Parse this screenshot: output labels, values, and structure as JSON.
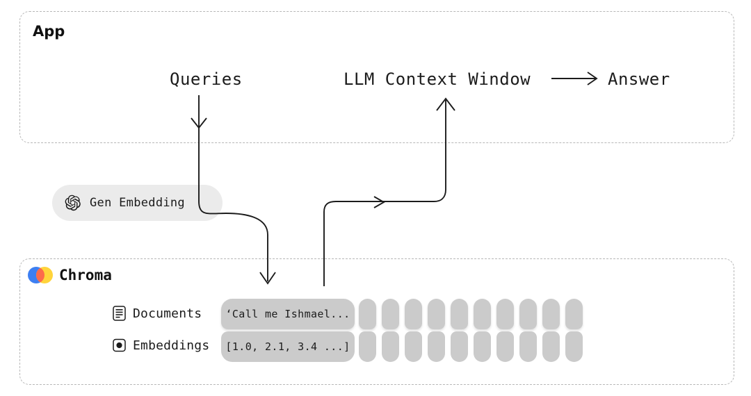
{
  "app": {
    "title": "App",
    "queries_label": "Queries",
    "context_window_label": "LLM Context Window",
    "answer_label": "Answer",
    "answer_arrow_icon": "long-right-arrow-icon"
  },
  "gen_embedding": {
    "label": "Gen Embedding",
    "icon": "openai-logo-icon",
    "pill_color": "#ebebeb"
  },
  "chroma": {
    "title": "Chroma",
    "logo_icon": "chroma-logo-icon",
    "logo_colors": {
      "blue": "#3d7ff2",
      "orange": "#fd6a4b",
      "yellow": "#ffd43b"
    },
    "rows": [
      {
        "label": "Documents",
        "icon": "document-lines-icon",
        "value": "‘Call me Ishmael..."
      },
      {
        "label": "Embeddings",
        "icon": "filled-dot-square-icon",
        "value": "[1.0, 2.1, 3.4 ...]"
      }
    ],
    "capsule_columns": 10,
    "capsule_color": "#cbcbcb",
    "pill_color": "#cbcbcb"
  },
  "arrows": [
    {
      "name": "queries-to-chroma-arrow",
      "from": "Queries",
      "to": "Chroma Documents"
    },
    {
      "name": "chroma-to-context-window-arrow",
      "from": "Chroma",
      "to": "LLM Context Window"
    },
    {
      "name": "context-window-to-answer-arrow",
      "from": "LLM Context Window",
      "to": "Answer"
    }
  ],
  "colors": {
    "dashed_border": "#b6b6b6",
    "text": "#1b1b1b",
    "background": "#ffffff"
  }
}
